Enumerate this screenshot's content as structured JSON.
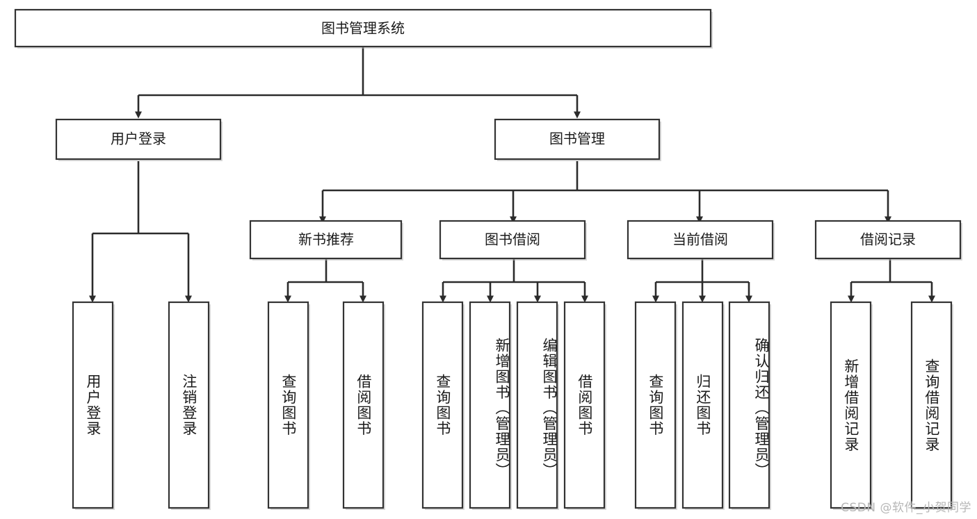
{
  "diagram": {
    "title": "图书管理系统",
    "type": "tree-hierarchy-chart",
    "watermark": "CSDN @软件_小贺同学",
    "colors": {
      "box_fill": "#ffffff",
      "box_stroke": "#333333",
      "connector": "#2b2b2b",
      "text": "#1a1a1a",
      "watermark": "#b7b7b7"
    },
    "root": {
      "label": "图书管理系统"
    },
    "level2": [
      {
        "label": "用户登录"
      },
      {
        "label": "图书管理"
      }
    ],
    "level3": [
      {
        "label": "新书推荐"
      },
      {
        "label": "图书借阅"
      },
      {
        "label": "当前借阅"
      },
      {
        "label": "借阅记录"
      }
    ],
    "leaves": {
      "user_login": [
        {
          "label": "用户登录"
        },
        {
          "label": "注销登录"
        }
      ],
      "new_book_recommend": [
        {
          "label": "查询图书"
        },
        {
          "label": "借阅图书"
        }
      ],
      "book_borrow": [
        {
          "label": "查询图书"
        },
        {
          "label": "新增图书（管理员）"
        },
        {
          "label": "编辑图书（管理员）"
        },
        {
          "label": "借阅图书"
        }
      ],
      "current_borrow": [
        {
          "label": "查询图书"
        },
        {
          "label": "归还图书"
        },
        {
          "label": "确认归还（管理员）"
        }
      ],
      "borrow_record": [
        {
          "label": "新增借阅记录"
        },
        {
          "label": "查询借阅记录"
        }
      ]
    }
  }
}
